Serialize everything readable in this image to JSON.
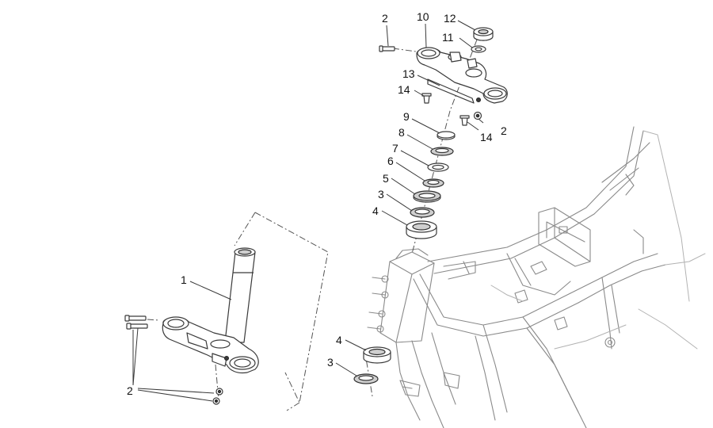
{
  "callouts": {
    "c1": "1",
    "c2_top": "2",
    "c2_right": "2",
    "c2_bottom": "2",
    "c3_upper": "3",
    "c3_lower": "3",
    "c4_upper": "4",
    "c4_lower": "4",
    "c5": "5",
    "c6": "6",
    "c7": "7",
    "c8": "8",
    "c9": "9",
    "c10": "10",
    "c11": "11",
    "c12": "12",
    "c13": "13",
    "c14_left": "14",
    "c14_right": "14"
  }
}
